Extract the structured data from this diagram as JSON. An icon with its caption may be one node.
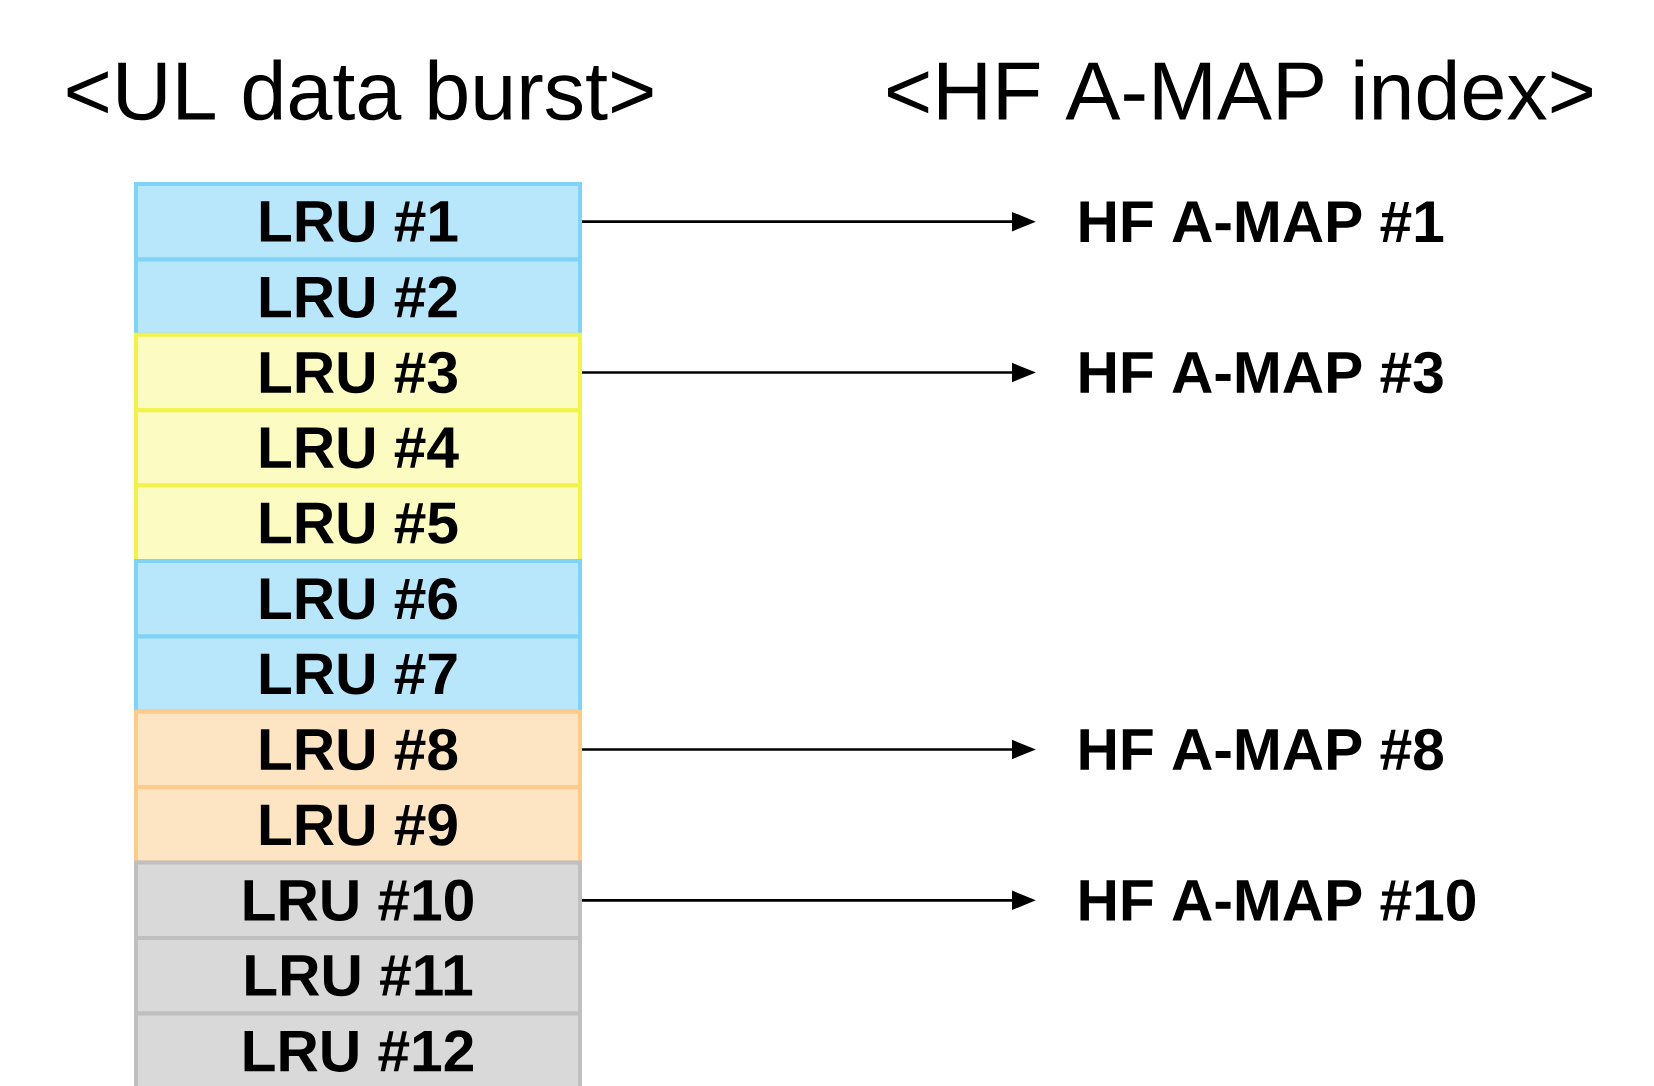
{
  "diagram": {
    "nodes": [
      {
        "text": [
          "LRU #1"
        ]
      },
      {
        "text": [
          "LRU #2"
        ]
      },
      {
        "text": [
          "LRU #3"
        ]
      },
      {
        "text": [
          "LRU #4"
        ]
      },
      {
        "text": [
          "LRU #5"
        ]
      },
      {
        "text": [
          "LRU #6"
        ]
      },
      {
        "text": [
          "LRU #7"
        ]
      },
      {
        "text": [
          "LRU #8"
        ]
      },
      {
        "text": [
          "LRU #9"
        ]
      },
      {
        "text": [
          "LRU #10"
        ]
      },
      {
        "text": [
          "LRU #11"
        ]
      },
      {
        "text": [
          "LRU #12"
        ]
      },
      {
        "text": [
          "HF A-MAP #1"
        ]
      },
      {
        "text": [
          "HF A-MAP #3"
        ]
      },
      {
        "text": [
          "HF A-MAP #8"
        ]
      },
      {
        "text": [
          "HF A-MAP #10"
        ]
      }
    ],
    "edges": [
      {
        "from": 0,
        "to": 12,
        "arrow": "to"
      },
      {
        "from": 2,
        "to": 13,
        "arrow": "to"
      },
      {
        "from": 7,
        "to": 14,
        "arrow": "to"
      },
      {
        "from": 9,
        "to": 15,
        "arrow": "to"
      }
    ],
    "labels": [
      "<UL data burst>",
      "<HF A-MAP index>"
    ]
  }
}
